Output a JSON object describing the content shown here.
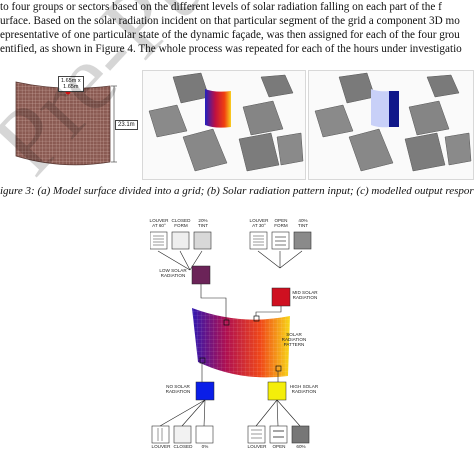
{
  "body_text": {
    "line1": "to four groups or sectors based on the different levels of solar radiation falling on each part of the f",
    "line2": "urface. Based on the solar radiation incident on that particular segment of the grid a component 3D mo",
    "line3": "epresentative of one particular state of the dynamic façade, was then assigned for each of the four grou",
    "line4": "entified, as shown in Figure 4. The whole process was repeated for each of the hours under investigatio"
  },
  "figure3": {
    "panel_a": {
      "grid_size": "1.65m x\n1.65m",
      "height": "23.1m"
    },
    "caption": "igure 3: (a) Model surface divided into a grid; (b) Solar radiation pattern input; (c) modelled output respor"
  },
  "figure4": {
    "center_label": "SOLAR\nRADIATION\nPATTERN",
    "low": {
      "label": "LOW SOLAR\nRADIATION",
      "color": "#6b2358",
      "options": [
        "LOUVER\nAT 60°",
        "CLOSED\nFORM",
        "20%\nTINT"
      ]
    },
    "mid": {
      "label": "MID SOLAR\nRADIATION",
      "color": "#cf1020",
      "options": [
        "LOUVER\nAT 30°",
        "OPEN\nFORM",
        "40%\nTINT"
      ]
    },
    "no": {
      "label": "NO SOLAR\nRADIATION",
      "color": "#0a1ee8",
      "options": [
        "LOUVER",
        "CLOSED",
        "0%"
      ]
    },
    "high": {
      "label": "HIGH SOLAR\nRADIATION",
      "color": "#f4ee0a",
      "options": [
        "LOUVER",
        "OPEN",
        "60%"
      ]
    }
  },
  "watermark": "Pre-Publication"
}
